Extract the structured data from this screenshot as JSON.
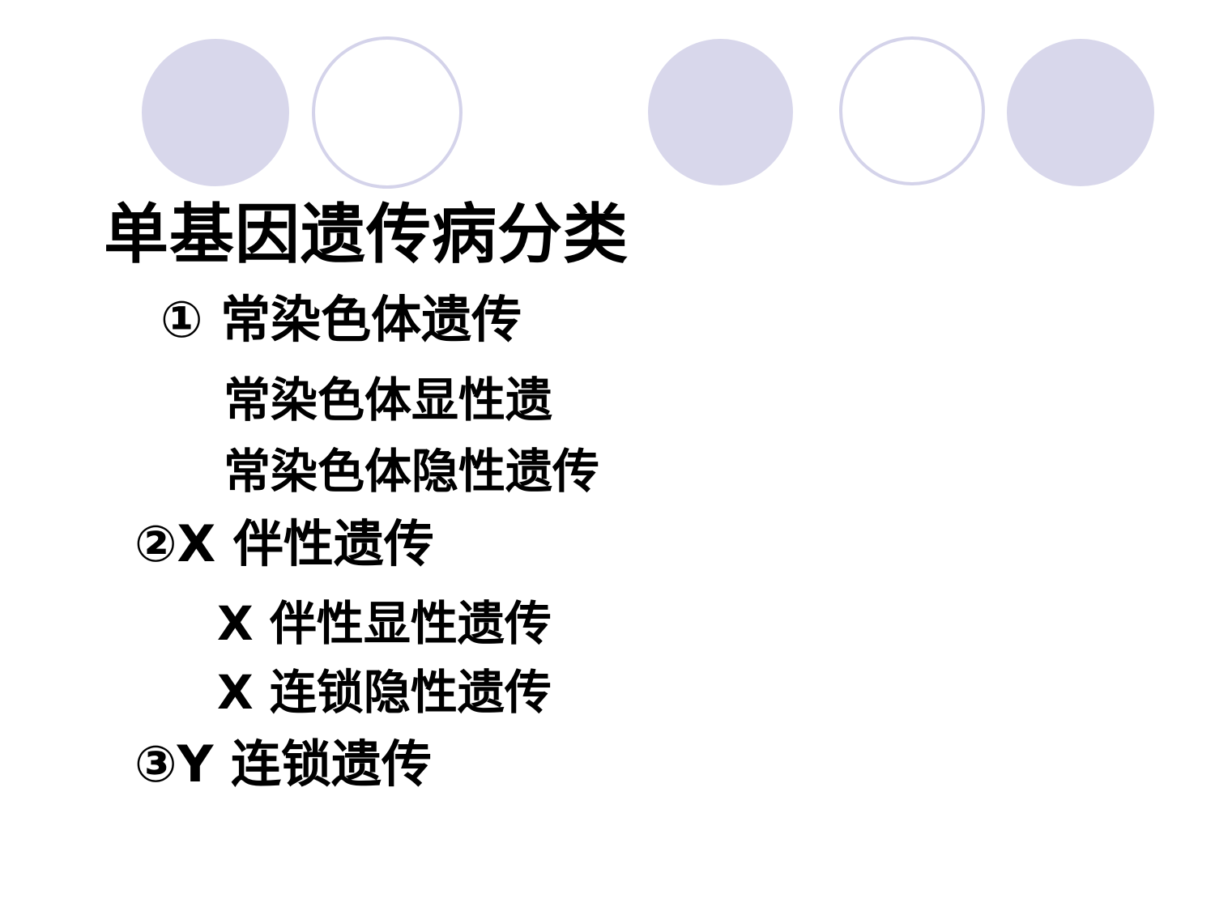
{
  "slide": {
    "title": "单基因遗传病分类",
    "background_color": "#ffffff",
    "text_color": "#000000"
  },
  "decor": {
    "circle_fill_color": "#d8d7eb",
    "circle_outline_color": "#d4d3ea",
    "circles": [
      {
        "style": "filled"
      },
      {
        "style": "outlined"
      },
      {
        "style": "filled"
      },
      {
        "style": "outlined"
      },
      {
        "style": "filled"
      }
    ]
  },
  "outline": {
    "item1": {
      "label": "① 常染色体遗传",
      "sub_a": "常染色体显性遗",
      "sub_b": "常染色体隐性遗传"
    },
    "item2": {
      "label": "②X 伴性遗传",
      "sub_a": "X 伴性显性遗传",
      "sub_b": "X 连锁隐性遗传"
    },
    "item3": {
      "label": "③Y 连锁遗传"
    }
  }
}
